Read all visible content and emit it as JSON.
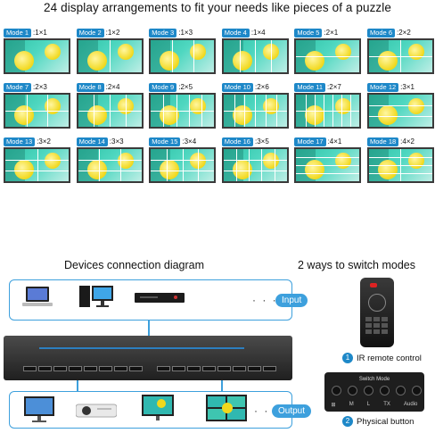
{
  "headline": "24 display arrangements to fit your needs like pieces of a puzzle",
  "modes": [
    {
      "label": "Mode 1",
      "layout": ":1×1"
    },
    {
      "label": "Mode 2",
      "layout": ":1×2"
    },
    {
      "label": "Mode 3",
      "layout": ":1×3"
    },
    {
      "label": "Mode 4",
      "layout": ":1×4"
    },
    {
      "label": "Mode 5",
      "layout": ":2×1"
    },
    {
      "label": "Mode 6",
      "layout": ":2×2"
    },
    {
      "label": "Mode 7",
      "layout": ":2×3"
    },
    {
      "label": "Mode 8",
      "layout": ":2×4"
    },
    {
      "label": "Mode 9",
      "layout": ":2×5"
    },
    {
      "label": "Mode 10",
      "layout": ":2×6"
    },
    {
      "label": "Mode 11",
      "layout": ":2×7"
    },
    {
      "label": "Mode 12",
      "layout": ":3×1"
    },
    {
      "label": "Mode 13",
      "layout": ":3×2"
    },
    {
      "label": "Mode 14",
      "layout": ":3×3"
    },
    {
      "label": "Mode 15",
      "layout": ":3×4"
    },
    {
      "label": "Mode 16",
      "layout": ":3×5"
    },
    {
      "label": "Mode 17",
      "layout": ":4×1"
    },
    {
      "label": "Mode 18",
      "layout": ":4×2"
    }
  ],
  "diagram": {
    "title": "Devices connection diagram",
    "input_label": "Input",
    "output_label": "Output",
    "ellipsis": "· · ·"
  },
  "switch_modes": {
    "title": "2 ways to switch modes",
    "ir_number": "1",
    "ir_caption": "IR remote control",
    "physical_number": "2",
    "physical_caption": "Physical button",
    "panel_title": "Switch Mode",
    "panel_keys": [
      "⊞",
      "M",
      "L",
      "TX",
      "Audio"
    ]
  },
  "colors": {
    "accent": "#1e88c8",
    "outline": "#3da0dd",
    "thumb_bg": "#2fc3a8",
    "sun": "#f1d81c"
  }
}
